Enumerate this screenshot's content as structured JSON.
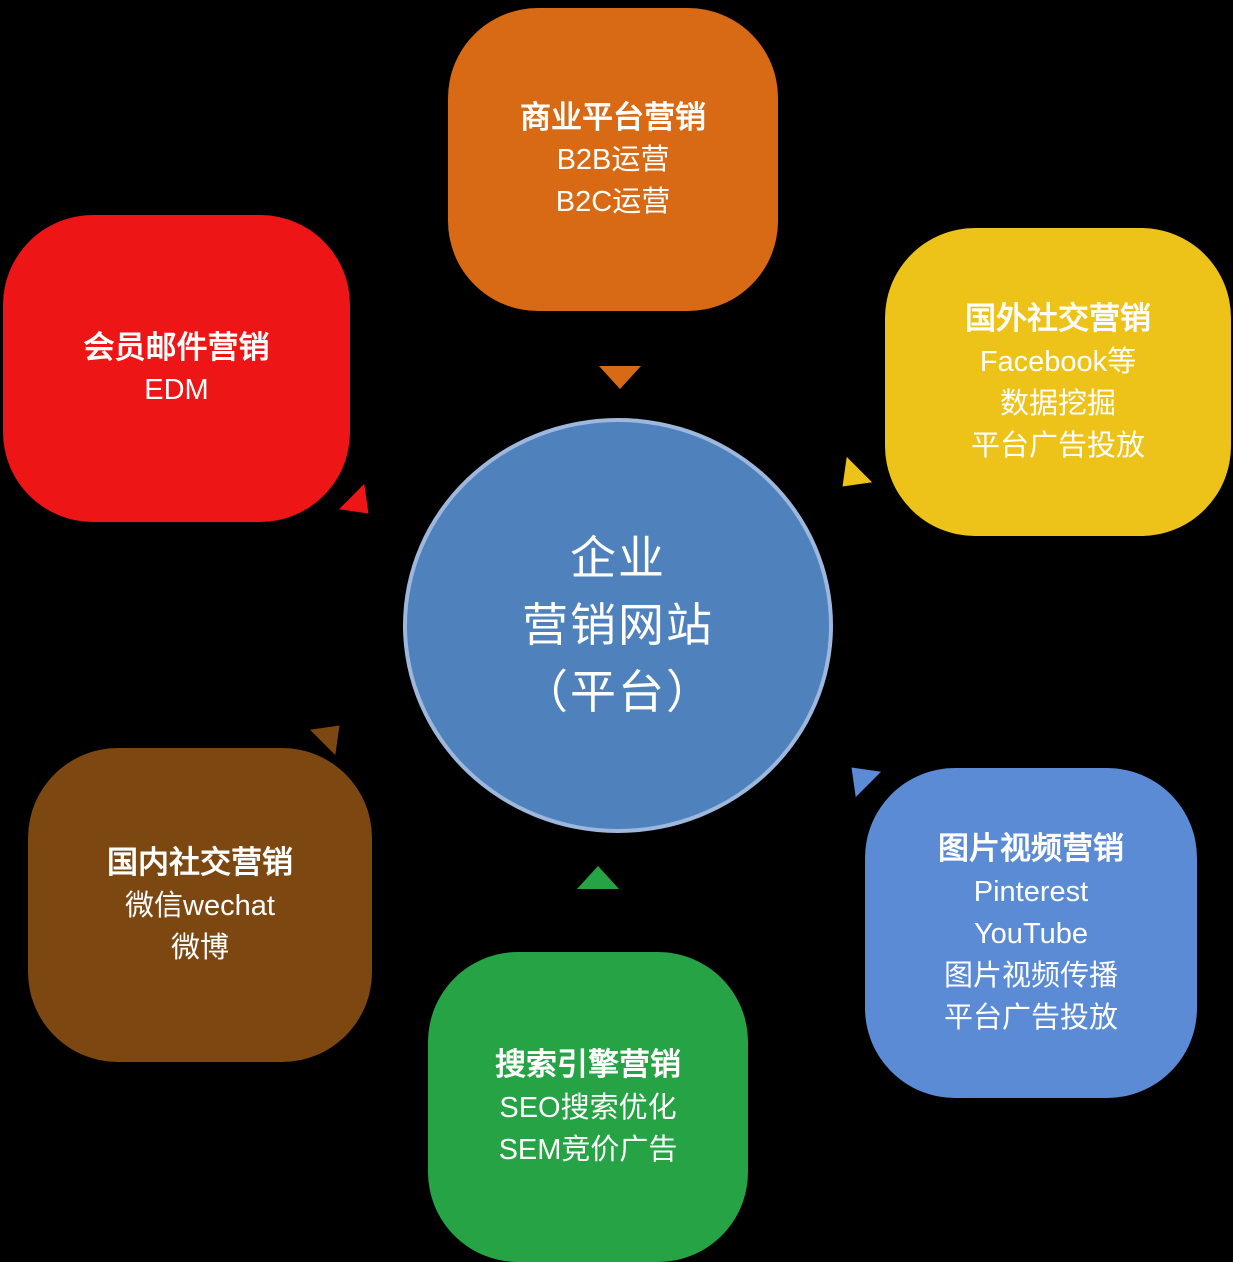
{
  "background_color": "#000000",
  "center": {
    "text": "企业\n营销网站\n（平台）",
    "color": "#4f81bd",
    "border_color": "#9db8dc"
  },
  "nodes": [
    {
      "title": "商业平台营销",
      "body": "B2B运营\nB2C运营",
      "color": "#d96a15"
    },
    {
      "title": "国外社交营销",
      "body": "Facebook等\n数据挖掘\n平台广告投放",
      "color": "#eec319"
    },
    {
      "title": "图片视频营销",
      "body": "Pinterest\nYouTube\n图片视频传播\n平台广告投放",
      "color": "#5b8bd5"
    },
    {
      "title": "搜索引擎营销",
      "body": "SEO搜索优化\nSEM竞价广告",
      "color": "#26a344"
    },
    {
      "title": "国内社交营销",
      "body": "微信wechat\n微博",
      "color": "#7d4712"
    },
    {
      "title": "会员邮件营销",
      "body": "EDM",
      "color": "#ed1515"
    }
  ]
}
